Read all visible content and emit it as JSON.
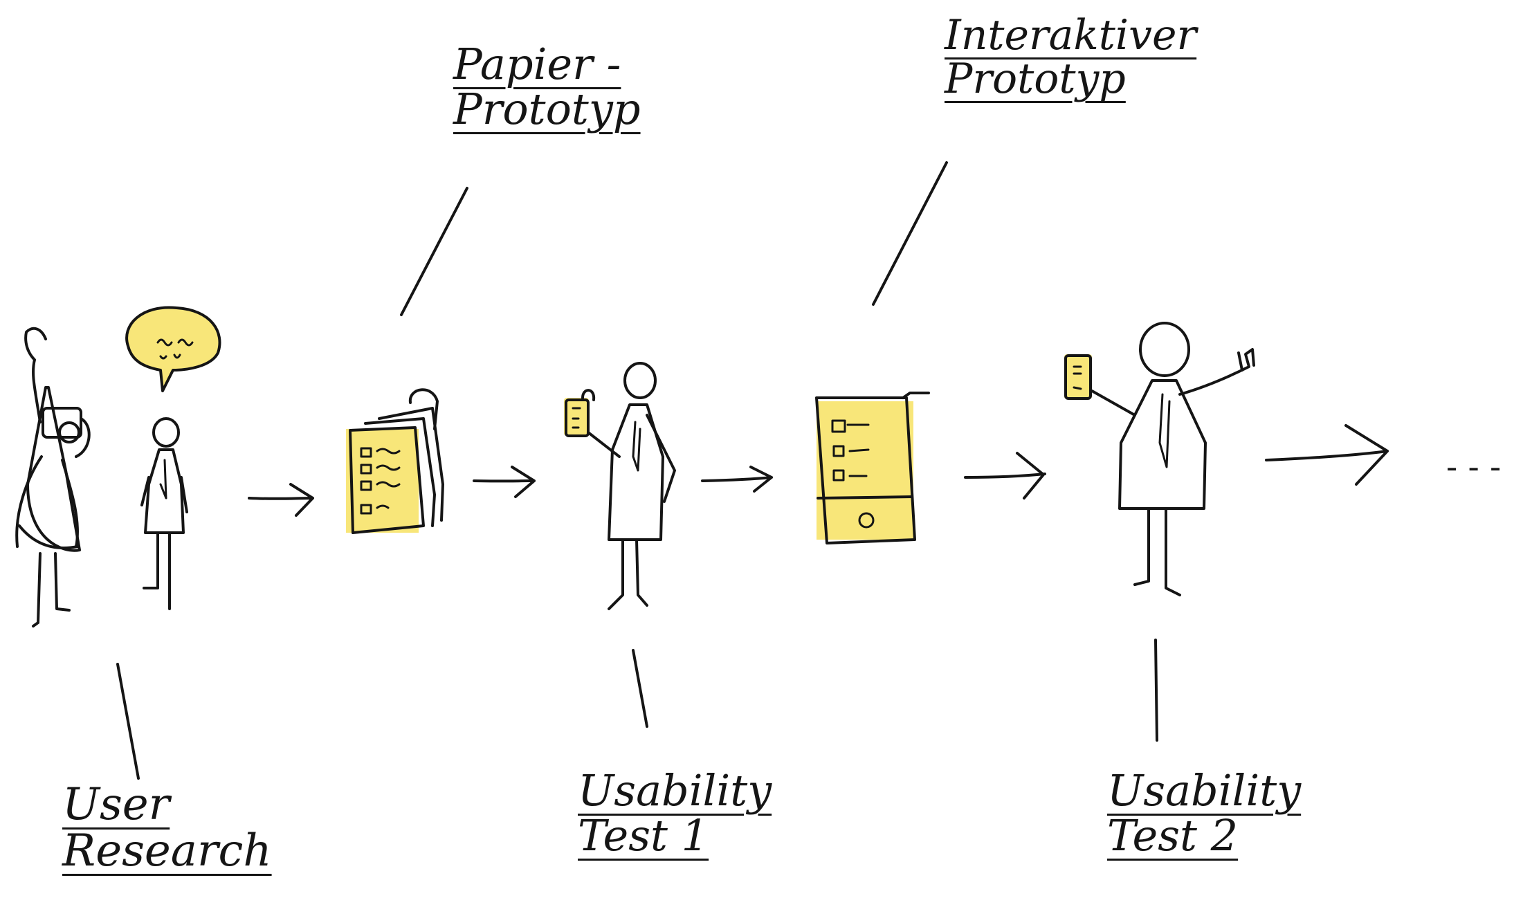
{
  "labels": {
    "user_research": [
      "User",
      "Research"
    ],
    "paper_prototype": [
      "Papier -",
      "Prototyp"
    ],
    "usability_test_1": [
      "Usability",
      "Test 1"
    ],
    "interactive_prototype": [
      "Interaktiver",
      "Prototyp"
    ],
    "usability_test_2": [
      "Usability",
      "Test 2"
    ],
    "ellipsis": "- - -"
  },
  "colors": {
    "ink": "#151515",
    "highlight": "#f7e36a"
  },
  "icons": [
    "photographer-figure",
    "speaking-person-figure",
    "paper-stack",
    "test-person-with-phone",
    "phone-screen",
    "happy-person-with-phone"
  ]
}
